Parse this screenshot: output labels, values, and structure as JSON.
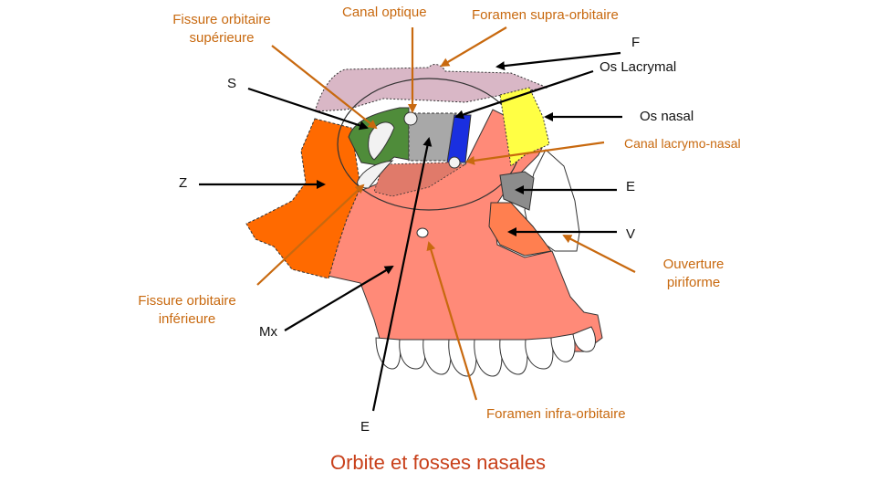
{
  "title": "Orbite et fosses nasales",
  "labels": {
    "fissure_orbitaire_superieure": [
      "Fissure orbitaire",
      "supérieure"
    ],
    "canal_optique": "Canal optique",
    "foramen_supra_orbitaire": "Foramen supra-orbitaire",
    "F": "F",
    "os_lacrymal": "Os Lacrymal",
    "S": "S",
    "os_nasal": "Os nasal",
    "canal_lacrymo_nasal": "Canal lacrymo-nasal",
    "Z": "Z",
    "E_right": "E",
    "V": "V",
    "ouverture_piriforme": [
      "Ouverture",
      "piriforme"
    ],
    "fissure_orbitaire_inferieure": [
      "Fissure orbitaire",
      "inférieure"
    ],
    "Mx": "Mx",
    "E_bottom": "E",
    "foramen_infra_orbitaire": "Foramen infra-orbitaire"
  },
  "colors": {
    "frontal": "#d9b7c6",
    "zygomatic": "#ff6a00",
    "maxilla": "#ff8a78",
    "sphenoid": "#4f8c3a",
    "ethmoid": "#a8a8a8",
    "lacrimal": "#1a2fe0",
    "nasal": "#ffff44",
    "vomer": "#ff7f50",
    "orange_text": "#c8690f",
    "title_text": "#c8401a"
  }
}
